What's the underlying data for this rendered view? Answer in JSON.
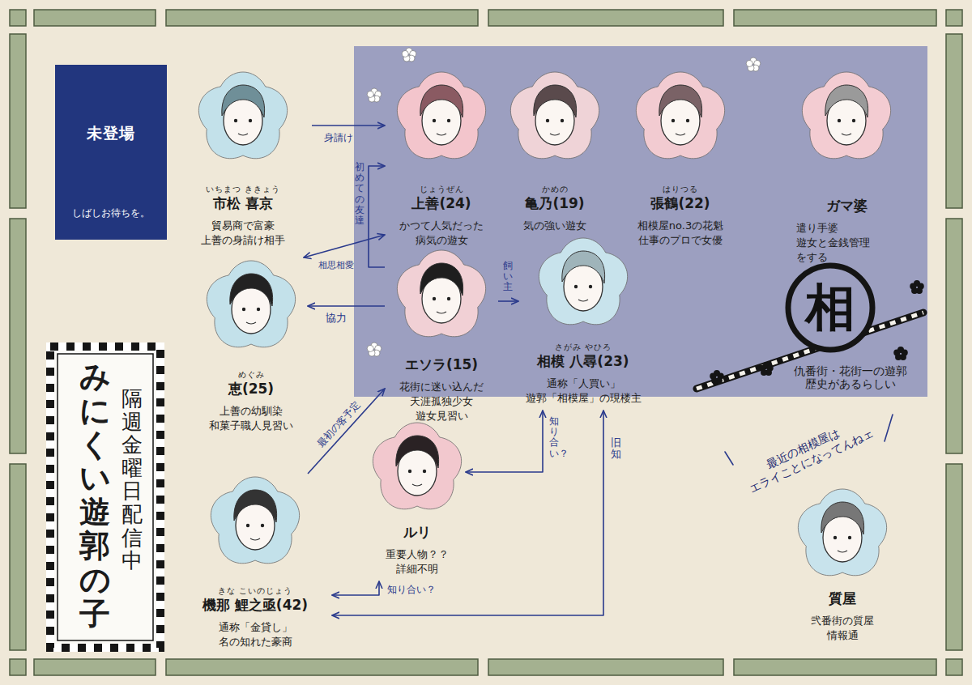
{
  "diagram": {
    "title": "みにくい遊郭の子",
    "caption": "隔週金曜日配信中",
    "nodes": [
      {
        "text": [
          "未登場",
          "しばしお待ちを。"
        ]
      },
      {
        "text": [
          "いちまつ ききょう",
          "市松 喜京",
          "貿易商で富豪 上善の身請け相手"
        ]
      },
      {
        "text": [
          "じょうぜん",
          "上善(24)",
          "かつて人気だった 病気の遊女"
        ]
      },
      {
        "text": [
          "かめの",
          "亀乃(19)",
          "気の強い遊女"
        ]
      },
      {
        "text": [
          "はりつる",
          "張鶴(22)",
          "相模屋no.3の花魁 仕事のプロで女優"
        ]
      },
      {
        "text": [
          "ガマ婆",
          "遣り手婆 遊女と金銭管理 をする"
        ]
      },
      {
        "text": [
          "めぐみ",
          "恵(25)",
          "上善の幼馴染 和菓子職人見習い"
        ]
      },
      {
        "text": [
          "エソラ(15)",
          "花街に迷い込んだ 天涯孤独少女 遊女見習い"
        ]
      },
      {
        "text": [
          "さがみ やひろ",
          "相模 八尋(23)",
          "通称「人買い」 遊郭「相模屋」の現楼主"
        ]
      },
      {
        "text": [
          "相",
          "仇番街・花街一の遊郭 歴史があるらしい"
        ]
      },
      {
        "text": [
          "ルリ",
          "重要人物？？ 詳細不明"
        ]
      },
      {
        "text": [
          "きな こいのじょう",
          "機那 鯉之亟(42)",
          "通称「金貸し」 名の知れた豪商"
        ]
      },
      {
        "text": [
          "質屋",
          "弐番街の質屋 情報通"
        ]
      }
    ],
    "edges": [
      {
        "from": 1,
        "to": 2,
        "label": "身請け",
        "arrow": "to"
      },
      {
        "from": 6,
        "to": 2,
        "label": "相思相愛",
        "arrow": "both"
      },
      {
        "from": 7,
        "to": 2,
        "label": "初めての友達",
        "arrow": "to"
      },
      {
        "from": 7,
        "to": 6,
        "label": "協力",
        "arrow": "to"
      },
      {
        "from": 7,
        "to": 8,
        "label": "飼い主",
        "arrow": "to"
      },
      {
        "from": 11,
        "to": 7,
        "label": "最初の客予定",
        "arrow": "to"
      },
      {
        "from": 10,
        "to": 8,
        "label": "知り合い？",
        "arrow": "both"
      },
      {
        "from": 11,
        "to": 10,
        "label": "知り合い？",
        "arrow": "both"
      },
      {
        "from": 11,
        "to": 8,
        "label": "旧知",
        "arrow": "both"
      }
    ],
    "labels": [
      "最近の相模屋は エライことになってんねェ"
    ]
  }
}
